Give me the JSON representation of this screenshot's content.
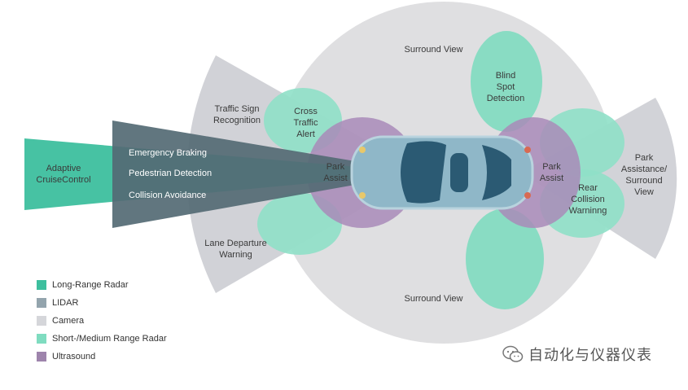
{
  "colors": {
    "long_range_radar": "#3dbf9e",
    "lidar": "#5d7580",
    "camera": "#d5d6da",
    "short_medium_radar": "#7fdcc0",
    "ultrasound": "#9e84ac",
    "car_body": "#8fb7c8",
    "car_glass": "#2b5a73"
  },
  "labels": {
    "adaptive_cruise": "Adaptive\nCruiseControl",
    "emergency_braking": "Emergency Braking",
    "pedestrian_detection": "Pedestrian Detection",
    "collision_avoidance": "Collision Avoidance",
    "traffic_sign": "Traffic Sign\nRecognition",
    "cross_traffic": "Cross\nTraffic\nAlert",
    "lane_departure": "Lane Departure\nWarning",
    "park_assist_front": "Park\nAssist",
    "park_assist_rear": "Park\nAssist",
    "surround_view_top": "Surround View",
    "surround_view_bottom": "Surround View",
    "blind_spot": "Blind\nSpot\nDetection",
    "rear_collision": "Rear\nCollision\nWarninng",
    "park_assistance_surround": "Park\nAssistance/\nSurround\nView"
  },
  "legend": [
    {
      "label": "Long-Range Radar",
      "color": "#3dbf9e"
    },
    {
      "label": "LIDAR",
      "color": "#93a4ad"
    },
    {
      "label": "Camera",
      "color": "#d5d6da"
    },
    {
      "label": "Short-/Medium Range Radar",
      "color": "#7fdcc0"
    },
    {
      "label": "Ultrasound",
      "color": "#9e84ac"
    }
  ],
  "watermark": {
    "text": "自动化与仪器仪表",
    "icon": "wechat-icon"
  }
}
